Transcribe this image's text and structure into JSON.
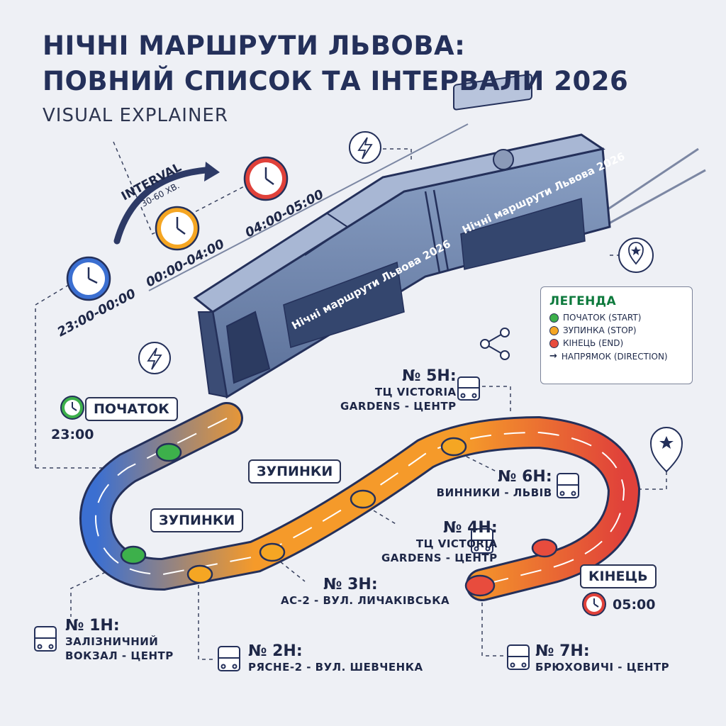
{
  "header": {
    "title_line1": "НІЧНІ МАРШРУТИ ЛЬВОВА:",
    "title_line2": "ПОВНИЙ СПИСОК ТА ІНТЕРВАЛИ 2026",
    "subtitle": "VISUAL EXPLAINER"
  },
  "tram": {
    "label": "Нічні маршрути Львова 2026"
  },
  "interval": {
    "label": "INTERVAL",
    "value": "30-60 ХВ.",
    "periods": [
      "23:00-00:00",
      "00:00-04:00",
      "04:00-05:00"
    ]
  },
  "start": {
    "label": "ПОЧАТОК",
    "time": "23:00"
  },
  "end": {
    "label": "КІНЕЦЬ",
    "time": "05:00"
  },
  "stops_label": "ЗУПИНКИ",
  "legend": {
    "title": "ЛЕГЕНДА",
    "start": "ПОЧАТОК (START)",
    "stop": "ЗУПИНКА (STOP)",
    "end": "КІНЕЦЬ (END)",
    "direction": "НАПРЯМОК (DIRECTION)"
  },
  "routes": [
    {
      "num": "№ 1Н:",
      "name_line1": "ЗАЛІЗНИЧНИЙ",
      "name_line2": "ВОКЗАЛ - ЦЕНТР"
    },
    {
      "num": "№ 2Н:",
      "name_line1": "РЯСНЕ-2 - ВУЛ. ШЕВЧЕНКА",
      "name_line2": ""
    },
    {
      "num": "№ 3Н:",
      "name_line1": "АС-2 - ВУЛ. ЛИЧАКІВСЬКА",
      "name_line2": ""
    },
    {
      "num": "№ 4Н:",
      "name_line1": "ТЦ VICTORIA",
      "name_line2": "GARDENS - ЦЕНТР"
    },
    {
      "num": "№ 5Н:",
      "name_line1": "ТЦ VICTORIA",
      "name_line2": "GARDENS - ЦЕНТР"
    },
    {
      "num": "№ 6Н:",
      "name_line1": "ВИННИКИ - ЛЬВІВ",
      "name_line2": ""
    },
    {
      "num": "№ 7Н:",
      "name_line1": "БРЮХОВИЧІ - ЦЕНТР",
      "name_line2": ""
    }
  ],
  "colors": {
    "start": "#3db04b",
    "stop": "#f5a623",
    "end": "#e84c3d",
    "route_blue": "#3b6fd1",
    "route_orange": "#f59a2a",
    "route_red": "#e0413a",
    "ink": "#24305a"
  },
  "icons": [
    "bus-icon",
    "clock-icon",
    "lightning-icon",
    "location-pin-icon",
    "share-nodes-icon"
  ]
}
